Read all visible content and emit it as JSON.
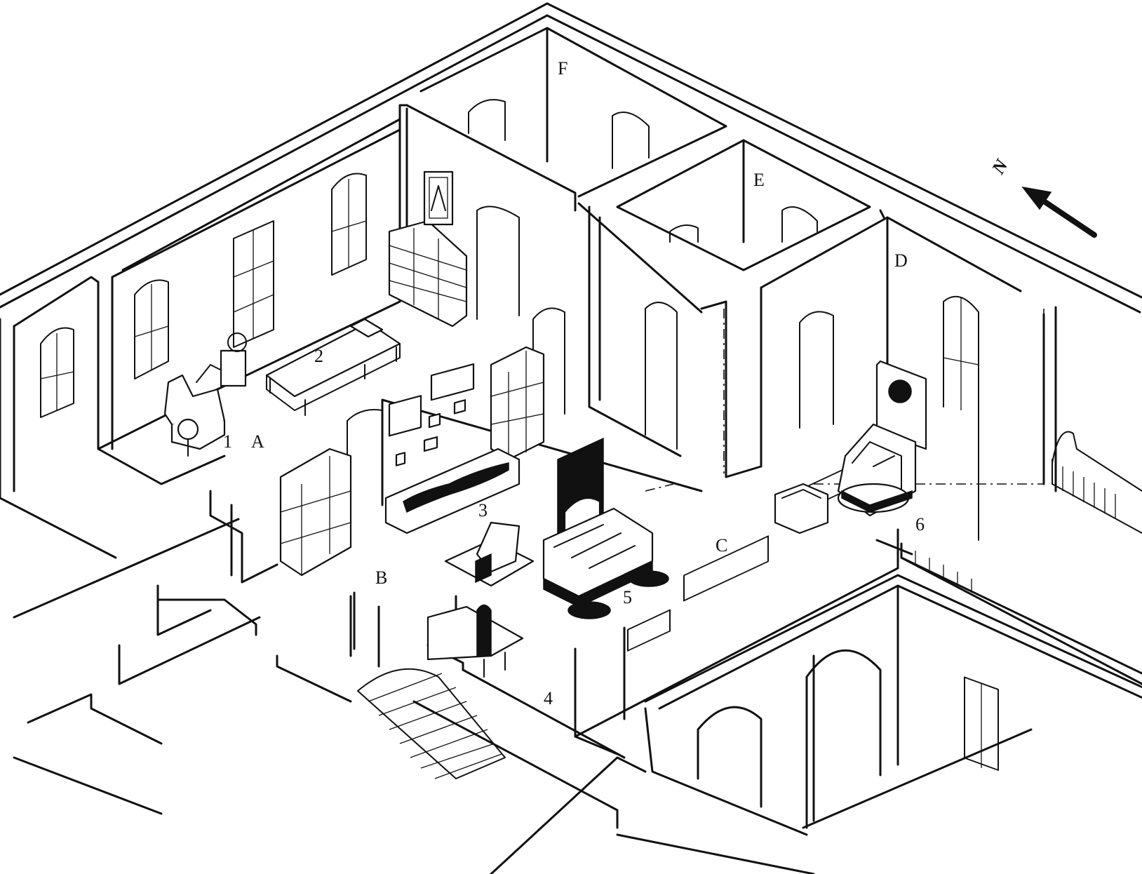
{
  "diagram": {
    "compass_label": "N",
    "rooms": [
      {
        "id": "A",
        "label": "A"
      },
      {
        "id": "B",
        "label": "B"
      },
      {
        "id": "C",
        "label": "C"
      },
      {
        "id": "D",
        "label": "D"
      },
      {
        "id": "E",
        "label": "E"
      },
      {
        "id": "F",
        "label": "F"
      }
    ],
    "callouts": [
      {
        "id": "1",
        "label": "1"
      },
      {
        "id": "2",
        "label": "2"
      },
      {
        "id": "3",
        "label": "3"
      },
      {
        "id": "4",
        "label": "4"
      },
      {
        "id": "5",
        "label": "5"
      },
      {
        "id": "6",
        "label": "6"
      }
    ]
  }
}
